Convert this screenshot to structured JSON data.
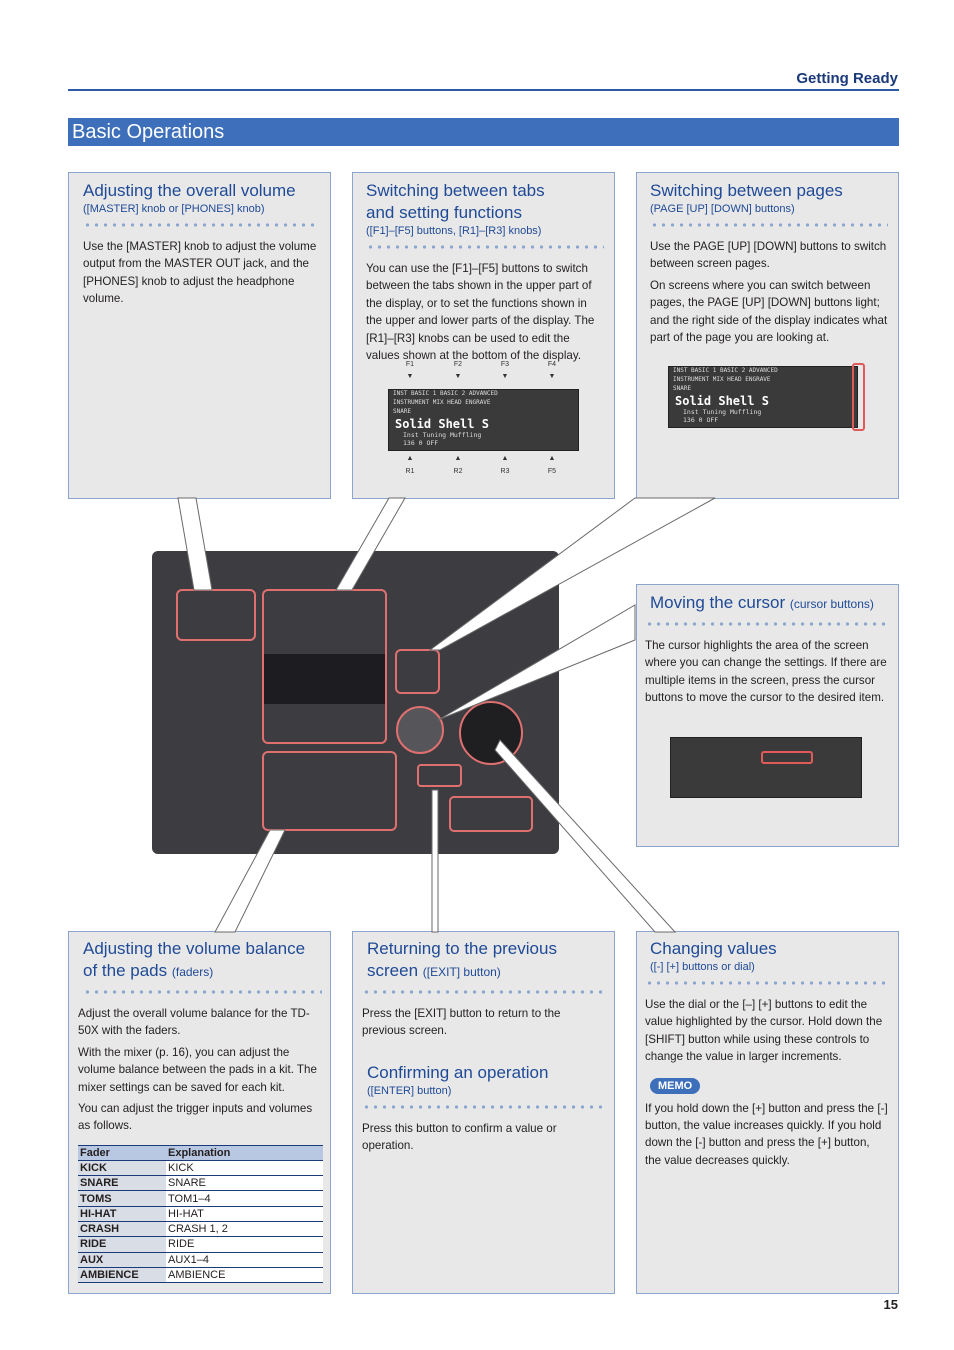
{
  "header": {
    "section": "Getting Ready",
    "banner": "Basic Operations"
  },
  "volume": {
    "title": "Adjusting the overall volume",
    "sub": "([MASTER] knob or [PHONES] knob)",
    "body": "Use the [MASTER] knob to adjust the volume output from the MASTER OUT jack, and the [PHONES] knob to adjust the headphone volume."
  },
  "tabs": {
    "title1": "Switching between tabs",
    "title2": "and setting functions",
    "sub": "([F1]–[F5] buttons, [R1]–[R3] knobs)",
    "body": "You can use the [F1]–[F5] buttons to switch between the tabs shown in the upper part of the display, or to set the functions shown in the upper and lower parts of the display. The [R1]–[R3] knobs can be used to edit the values shown at the bottom of the display.",
    "top_labels": [
      "F1",
      "F2",
      "F3",
      "F4"
    ],
    "bottom_labels": [
      "R1",
      "R2",
      "R3",
      "F5"
    ]
  },
  "pages": {
    "title": "Switching between pages",
    "sub": "(PAGE [UP] [DOWN] buttons)",
    "body1": "Use the PAGE [UP] [DOWN] buttons to switch between screen pages.",
    "body2": "On screens where you can switch between pages, the PAGE [UP] [DOWN] buttons light; and the right side of the display indicates what part of the page you are looking at."
  },
  "lcd": {
    "tabs": "INST    BASIC 1   BASIC 2   ADVANCED",
    "row": "INSTRUMENT        MIX  HEAD ENGRAVE",
    "pad": "SNARE",
    "name": "Solid Shell S",
    "params": "Inst      Tuning    Muffling",
    "values": "136       0        OFF"
  },
  "cursor": {
    "title": "Moving the cursor",
    "sub": "(cursor buttons)",
    "body": "The cursor highlights the area of the screen where you can change the settings. If there are multiple items in the screen, press the cursor buttons to move the cursor to the desired item."
  },
  "balance": {
    "title1": "Adjusting the volume balance",
    "title2": "of the pads",
    "sub": "(faders)",
    "body1": "Adjust the overall volume balance for the TD-50X with the faders.",
    "body2": "With the mixer (p. 16), you can adjust the volume balance between the pads in a kit. The mixer settings can be saved for each kit.",
    "body3": "You can adjust the trigger inputs and volumes as follows.",
    "table_headers": [
      "Fader",
      "Explanation"
    ],
    "table_rows": [
      [
        "KICK",
        "KICK"
      ],
      [
        "SNARE",
        "SNARE"
      ],
      [
        "TOMS",
        "TOM1–4"
      ],
      [
        "HI-HAT",
        "HI-HAT"
      ],
      [
        "CRASH",
        "CRASH 1, 2"
      ],
      [
        "RIDE",
        "RIDE"
      ],
      [
        "AUX",
        "AUX1–4"
      ],
      [
        "AMBIENCE",
        "AMBIENCE"
      ]
    ]
  },
  "return": {
    "title1": "Returning to the previous",
    "title2": "screen",
    "sub": "([EXIT] button)",
    "body": "Press the [EXIT] button to return to the previous screen."
  },
  "confirm": {
    "title": "Confirming an operation",
    "sub": "([ENTER] button)",
    "body": "Press this button to confirm a value or operation."
  },
  "change": {
    "title": "Changing values",
    "sub": "([-] [+] buttons or dial)",
    "body": "Use the dial or the [–] [+] buttons to edit the value highlighted by the cursor. Hold down the [SHIFT] button while using these controls to change the value in larger increments.",
    "memo": "MEMO",
    "memo_body": "If you hold down the [+] button and press the [-] button, the value increases quickly. If you hold down the [-] button and press the [+] button, the value decreases quickly."
  },
  "page_number": "15"
}
